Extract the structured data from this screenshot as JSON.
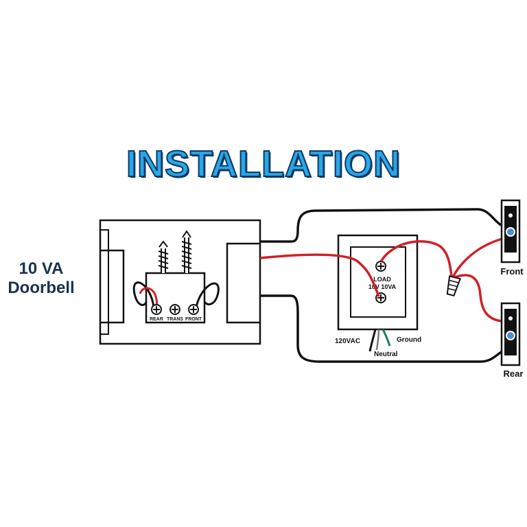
{
  "title": "INSTALLATION",
  "doorbell": {
    "label_line1": "10 VA",
    "label_line2": "Doorbell",
    "terminals": [
      "REAR",
      "TRANS",
      "FRONT"
    ]
  },
  "transformer": {
    "load_line1": "LOAD",
    "load_line2": "16V 10VA",
    "input_label": "120VAC",
    "neutral_label": "Neutral",
    "ground_label": "Ground"
  },
  "buttons": {
    "front_label": "Front",
    "rear_label": "Rear"
  },
  "colors": {
    "title_fill": "#2aa6e6",
    "title_outline": "#0d3a66",
    "wire_red": "#d11f26",
    "wire_black": "#111111",
    "wire_green": "#1a7a60",
    "button_blue": "#4a8ed6"
  }
}
